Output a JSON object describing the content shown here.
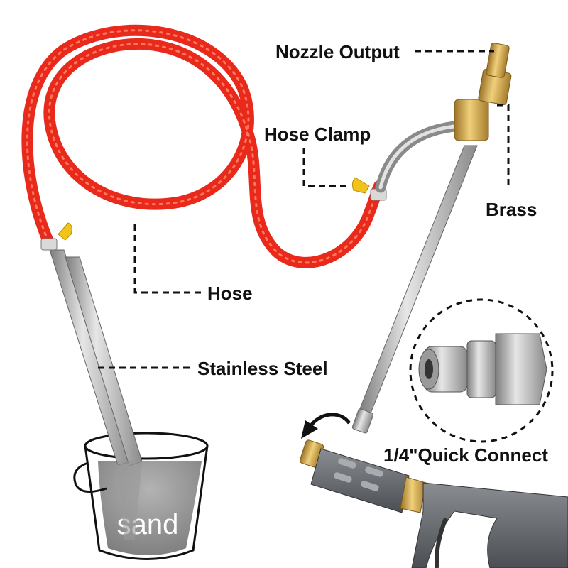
{
  "labels": {
    "nozzle_output": "Nozzle Output",
    "hose_clamp": "Hose Clamp",
    "brass": "Brass",
    "hose": "Hose",
    "stainless_steel": "Stainless Steel",
    "quick_connect": "1/4\"Quick Connect",
    "sand": "sand"
  },
  "colors": {
    "hose": "#e8291c",
    "brass": "#c9a24a",
    "steel": "#b8b8b8",
    "clamp": "#f2c318",
    "gun": "#6b6e73",
    "sand": "#8e8e8e",
    "leader": "#111111"
  }
}
